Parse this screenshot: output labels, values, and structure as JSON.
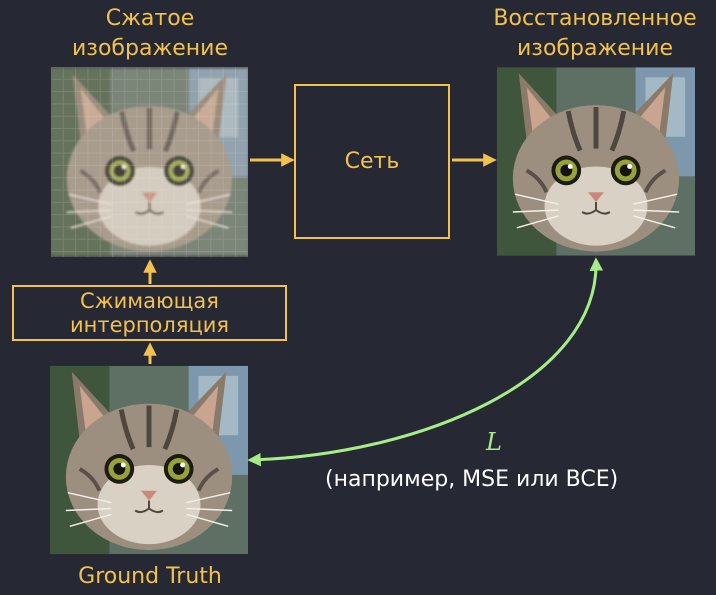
{
  "diagram": {
    "compressed": {
      "label_line1": "Сжатое",
      "label_line2": "изображение"
    },
    "restored": {
      "label_line1": "Восстановленное",
      "label_line2": "изображение"
    },
    "network": {
      "label": "Сеть"
    },
    "interpolation": {
      "label_line1": "Сжимающая",
      "label_line2": "интерполяция"
    },
    "ground_truth": {
      "label": "Ground Truth"
    },
    "loss": {
      "symbol": "L",
      "note": "(например, MSE или BCE)"
    }
  },
  "colors": {
    "background": "#262833",
    "accent": "#f2c14e",
    "loss_arrow": "#a8ec8a",
    "text": "#ffffff"
  }
}
